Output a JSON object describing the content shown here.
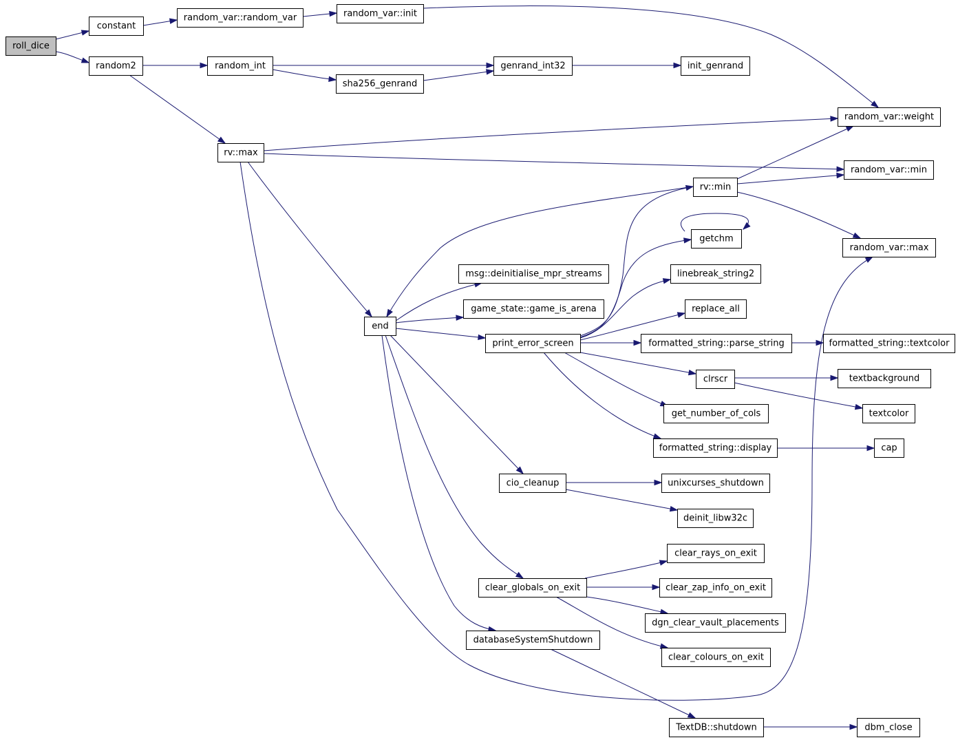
{
  "nodes": [
    {
      "id": "roll_dice",
      "label": "roll_dice",
      "root": true
    },
    {
      "id": "constant",
      "label": "constant"
    },
    {
      "id": "random2",
      "label": "random2"
    },
    {
      "id": "rv_ctor",
      "label": "random_var::random_var"
    },
    {
      "id": "rv_init",
      "label": "random_var::init"
    },
    {
      "id": "random_int",
      "label": "random_int"
    },
    {
      "id": "sha256_genrand",
      "label": "sha256_genrand"
    },
    {
      "id": "genrand_int32",
      "label": "genrand_int32"
    },
    {
      "id": "init_genrand",
      "label": "init_genrand"
    },
    {
      "id": "rv_weight",
      "label": "random_var::weight"
    },
    {
      "id": "rv_max_fn",
      "label": "rv::max"
    },
    {
      "id": "rv_min_m",
      "label": "random_var::min"
    },
    {
      "id": "rv_min_fn",
      "label": "rv::min"
    },
    {
      "id": "rv_max_m",
      "label": "random_var::max"
    },
    {
      "id": "getchm",
      "label": "getchm"
    },
    {
      "id": "msg_deinit",
      "label": "msg::deinitialise_mpr_streams"
    },
    {
      "id": "linebreak",
      "label": "linebreak_string2"
    },
    {
      "id": "game_is_arena",
      "label": "game_state::game_is_arena"
    },
    {
      "id": "replace_all",
      "label": "replace_all"
    },
    {
      "id": "end",
      "label": "end"
    },
    {
      "id": "print_error_screen",
      "label": "print_error_screen"
    },
    {
      "id": "parse_string",
      "label": "formatted_string::parse_string"
    },
    {
      "id": "fs_textcolor",
      "label": "formatted_string::textcolor"
    },
    {
      "id": "clrscr",
      "label": "clrscr"
    },
    {
      "id": "textbackground",
      "label": "textbackground"
    },
    {
      "id": "get_number_of_cols",
      "label": "get_number_of_cols"
    },
    {
      "id": "textcolor",
      "label": "textcolor"
    },
    {
      "id": "fs_display",
      "label": "formatted_string::display"
    },
    {
      "id": "cap",
      "label": "cap"
    },
    {
      "id": "cio_cleanup",
      "label": "cio_cleanup"
    },
    {
      "id": "unixcurses_shutdown",
      "label": "unixcurses_shutdown"
    },
    {
      "id": "deinit_libw32c",
      "label": "deinit_libw32c"
    },
    {
      "id": "clear_rays",
      "label": "clear_rays_on_exit"
    },
    {
      "id": "clear_globals",
      "label": "clear_globals_on_exit"
    },
    {
      "id": "clear_zap",
      "label": "clear_zap_info_on_exit"
    },
    {
      "id": "dgn_clear",
      "label": "dgn_clear_vault_placements"
    },
    {
      "id": "databaseSystemShutdown",
      "label": "databaseSystemShutdown"
    },
    {
      "id": "clear_colours",
      "label": "clear_colours_on_exit"
    },
    {
      "id": "textdb_shutdown",
      "label": "TextDB::shutdown"
    },
    {
      "id": "dbm_close",
      "label": "dbm_close"
    }
  ],
  "edges": [
    [
      "roll_dice",
      "constant"
    ],
    [
      "roll_dice",
      "random2"
    ],
    [
      "constant",
      "rv_ctor"
    ],
    [
      "rv_ctor",
      "rv_init"
    ],
    [
      "rv_init",
      "rv_weight"
    ],
    [
      "random2",
      "random_int"
    ],
    [
      "random2",
      "rv_max_fn"
    ],
    [
      "random_int",
      "genrand_int32"
    ],
    [
      "random_int",
      "sha256_genrand"
    ],
    [
      "sha256_genrand",
      "genrand_int32"
    ],
    [
      "genrand_int32",
      "init_genrand"
    ],
    [
      "rv_max_fn",
      "rv_weight"
    ],
    [
      "rv_max_fn",
      "rv_min_m"
    ],
    [
      "rv_max_fn",
      "end"
    ],
    [
      "rv_max_fn",
      "rv_max_m"
    ],
    [
      "rv_min_fn",
      "rv_weight"
    ],
    [
      "rv_min_fn",
      "rv_min_m"
    ],
    [
      "rv_min_fn",
      "rv_max_m"
    ],
    [
      "rv_min_fn",
      "end"
    ],
    [
      "getchm",
      "getchm"
    ],
    [
      "end",
      "msg_deinit"
    ],
    [
      "end",
      "game_is_arena"
    ],
    [
      "end",
      "print_error_screen"
    ],
    [
      "end",
      "cio_cleanup"
    ],
    [
      "end",
      "clear_globals"
    ],
    [
      "end",
      "databaseSystemShutdown"
    ],
    [
      "print_error_screen",
      "rv_min_fn"
    ],
    [
      "print_error_screen",
      "getchm"
    ],
    [
      "print_error_screen",
      "linebreak"
    ],
    [
      "print_error_screen",
      "replace_all"
    ],
    [
      "print_error_screen",
      "parse_string"
    ],
    [
      "print_error_screen",
      "clrscr"
    ],
    [
      "print_error_screen",
      "get_number_of_cols"
    ],
    [
      "print_error_screen",
      "fs_display"
    ],
    [
      "parse_string",
      "fs_textcolor"
    ],
    [
      "clrscr",
      "textbackground"
    ],
    [
      "clrscr",
      "textcolor"
    ],
    [
      "fs_display",
      "cap"
    ],
    [
      "cio_cleanup",
      "unixcurses_shutdown"
    ],
    [
      "cio_cleanup",
      "deinit_libw32c"
    ],
    [
      "clear_globals",
      "clear_rays"
    ],
    [
      "clear_globals",
      "clear_zap"
    ],
    [
      "clear_globals",
      "dgn_clear"
    ],
    [
      "clear_globals",
      "clear_colours"
    ],
    [
      "databaseSystemShutdown",
      "textdb_shutdown"
    ],
    [
      "textdb_shutdown",
      "dbm_close"
    ]
  ],
  "colors": {
    "edge": "#191970",
    "root_fill": "#bfbfbf"
  }
}
